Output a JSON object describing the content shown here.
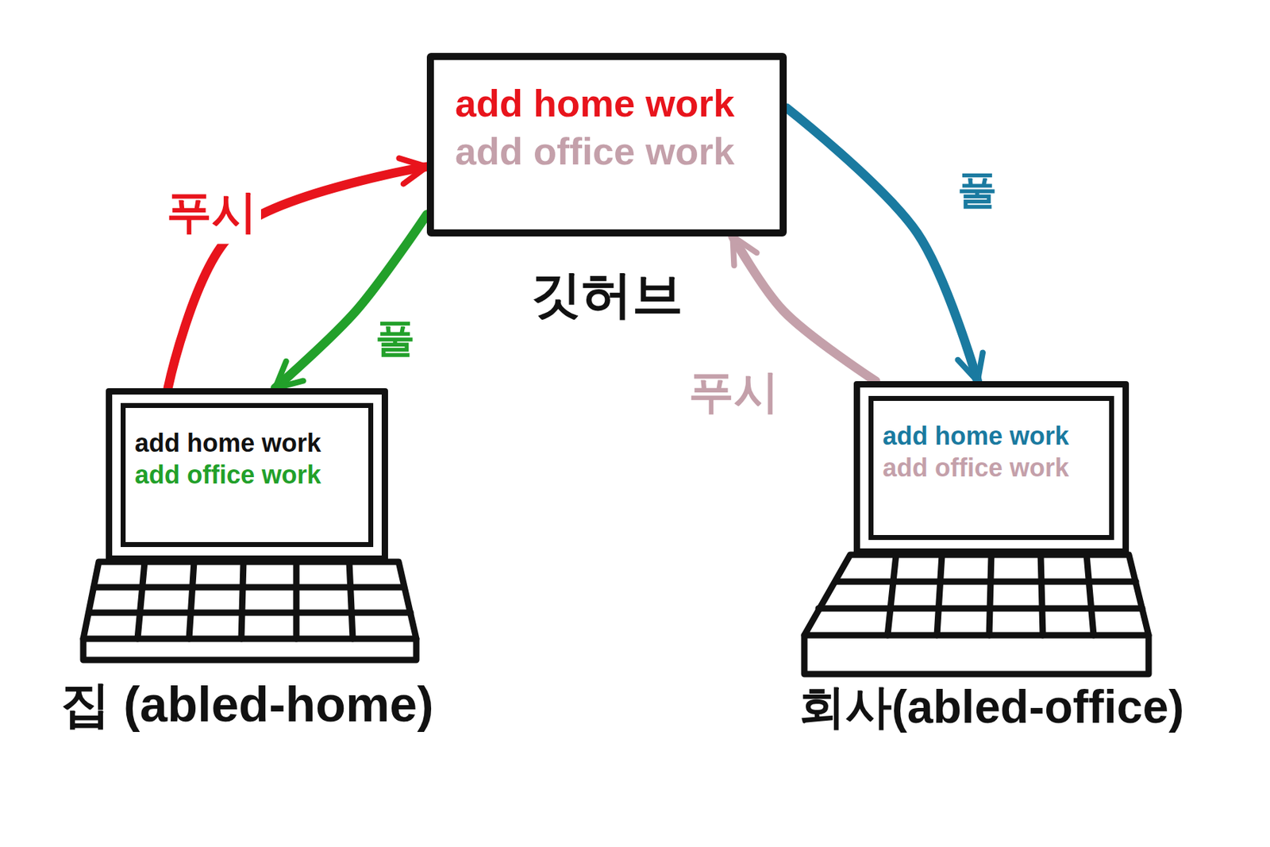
{
  "diagram": {
    "nodes": [
      {
        "text": [
          "add home work",
          "add office work",
          "깃허브"
        ]
      },
      {
        "text": [
          "add home work",
          "add office work",
          "집 (abled-home)"
        ]
      },
      {
        "text": [
          "add home work",
          "add office work",
          "회사(abled-office)"
        ]
      }
    ],
    "edges": [
      {
        "from": 1,
        "to": 0,
        "arrow": "to",
        "label": "푸시"
      },
      {
        "from": 0,
        "to": 1,
        "arrow": "to",
        "label": "풀"
      },
      {
        "from": 0,
        "to": 2,
        "arrow": "to",
        "label": "풀"
      },
      {
        "from": 2,
        "to": 0,
        "arrow": "to",
        "label": "푸시"
      }
    ]
  }
}
